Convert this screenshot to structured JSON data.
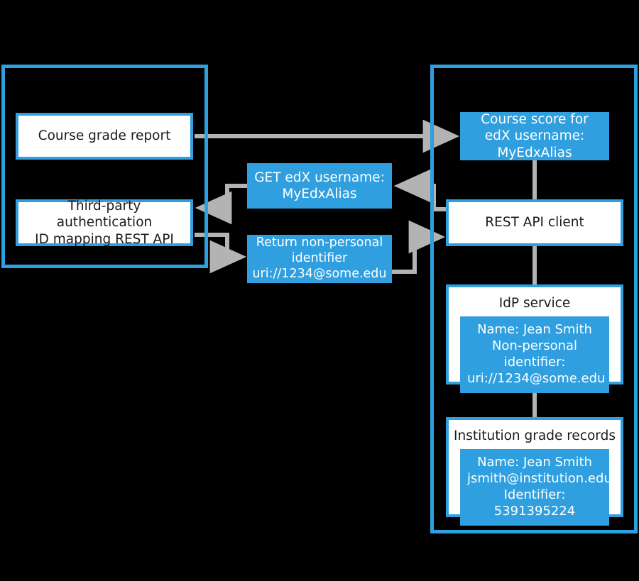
{
  "diagram": {
    "type": "flow-diagram",
    "background_color": "#000000",
    "accent_color": "#2f9fdf",
    "connector_color": "#b3b3b3",
    "panels": [
      {
        "key": "left_panel",
        "name": "third-party-panel"
      },
      {
        "key": "right_panel",
        "name": "institution-panel"
      }
    ]
  },
  "left_panel": {
    "course_grade_report": "Course grade report",
    "third_party_api": "Third-party authentication\nID mapping REST API"
  },
  "middle": {
    "get_edx_username": "GET edX username:\nMyEdxAlias",
    "return_identifier": "Return non-personal\nidentifier\nuri://1234@some.edu"
  },
  "right_panel": {
    "course_score": "Course score for\nedX username:\nMyEdxAlias",
    "rest_api_client": "REST API client",
    "idp_service": {
      "title": "IdP service",
      "record": "Name: Jean Smith\nNon-personal identifier:\nuri://1234@some.edu"
    },
    "institution_records": {
      "title": "Institution grade records",
      "record": "Name: Jean Smith\njsmith@institution.edu\nIdentifier: 5391395224"
    }
  },
  "connectors": [
    {
      "name": "course-grade-report-to-course-score",
      "direction": "right"
    },
    {
      "name": "rest-api-client-to-get-edx-username",
      "direction": "left"
    },
    {
      "name": "get-edx-username-to-third-party-api",
      "direction": "left"
    },
    {
      "name": "third-party-api-to-return-identifier",
      "direction": "right"
    },
    {
      "name": "return-identifier-to-rest-api-client",
      "direction": "right"
    },
    {
      "name": "course-score-to-rest-api-client",
      "direction": "none"
    },
    {
      "name": "rest-api-client-to-idp-service",
      "direction": "none"
    },
    {
      "name": "idp-service-to-institution-records",
      "direction": "none"
    }
  ]
}
